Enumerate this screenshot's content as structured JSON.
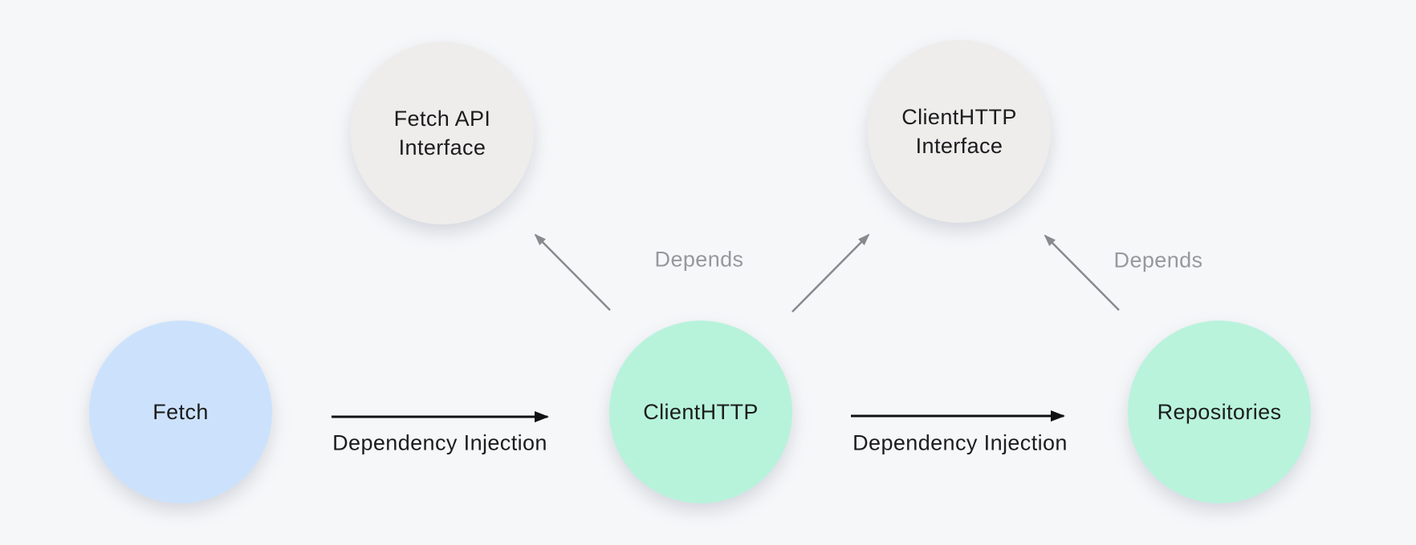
{
  "diagram": {
    "nodes": [
      {
        "id": "fetch",
        "label": "Fetch",
        "type": "implementation",
        "color": "#cce2fc"
      },
      {
        "id": "fetch-api-interface",
        "label": "Fetch API Interface",
        "type": "interface",
        "color": "#eeedec"
      },
      {
        "id": "client-http",
        "label": "ClientHTTP",
        "type": "implementation",
        "color": "#b7f3db"
      },
      {
        "id": "client-http-interface",
        "label": "ClientHTTP Interface",
        "type": "interface",
        "color": "#eeedec"
      },
      {
        "id": "repositories",
        "label": "Repositories",
        "type": "implementation",
        "color": "#b9f3dc"
      }
    ],
    "edges": [
      {
        "from": "fetch",
        "to": "client-http",
        "label": "Dependency Injection",
        "style": "solid-black"
      },
      {
        "from": "client-http",
        "to": "repositories",
        "label": "Dependency Injection",
        "style": "solid-black"
      },
      {
        "from": "client-http",
        "to": "fetch-api-interface",
        "label": "Depends",
        "style": "gray"
      },
      {
        "from": "client-http",
        "to": "client-http-interface",
        "label": "",
        "style": "gray"
      },
      {
        "from": "repositories",
        "to": "client-http-interface",
        "label": "Depends",
        "style": "gray"
      }
    ],
    "colors": {
      "background": "#f6f7f9",
      "arrow_black": "#111111",
      "arrow_gray": "#8a8a8e",
      "label_gray": "#96989d",
      "text": "#1c1c1e"
    }
  }
}
